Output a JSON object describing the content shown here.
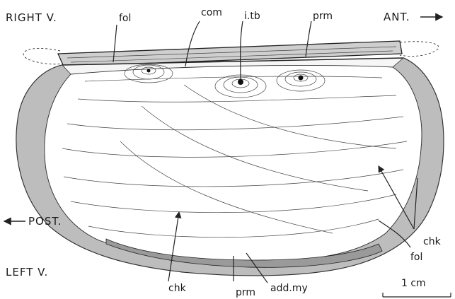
{
  "orientation": {
    "top_left": "RIGHT V.",
    "top_right": "ANT.",
    "left_mid": "POST.",
    "bottom_left": "LEFT V."
  },
  "labels": {
    "fol_top": "fol",
    "com": "com",
    "itb": "i.tb",
    "prm_top": "prm",
    "chk_right": "chk",
    "fol_right": "fol",
    "chk_bottom": "chk",
    "prm_bottom": "prm",
    "add_my": "add.my"
  },
  "scale_bar": {
    "label": "1 cm"
  }
}
